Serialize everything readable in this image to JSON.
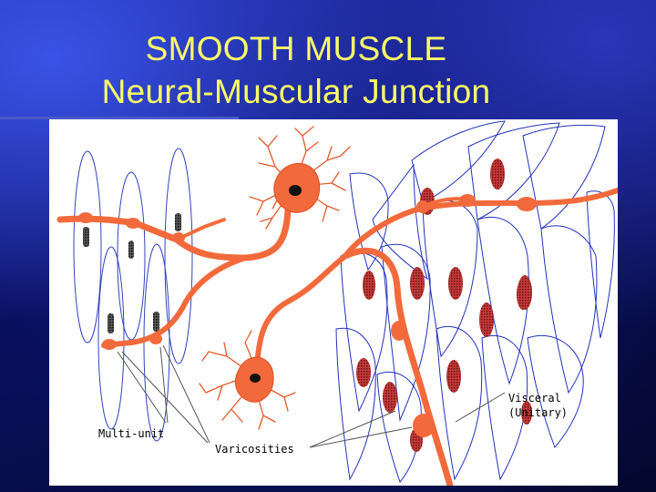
{
  "title": {
    "line1": "SMOOTH MUSCLE",
    "line2": "Neural-Muscular Junction"
  },
  "diagram": {
    "labels": {
      "multi_unit": "Multi-unit",
      "varicosities": "Varicosities",
      "visceral": "Visceral",
      "unitary": "(Unitary)"
    },
    "colors": {
      "neuron": "#f26a3c",
      "neuron_outline": "#d94e22",
      "cell_outline": "#2233bb",
      "nucleus_visceral": "#8b1a1a",
      "nucleus_multiunit": "#222222",
      "pointer": "#555555"
    }
  }
}
